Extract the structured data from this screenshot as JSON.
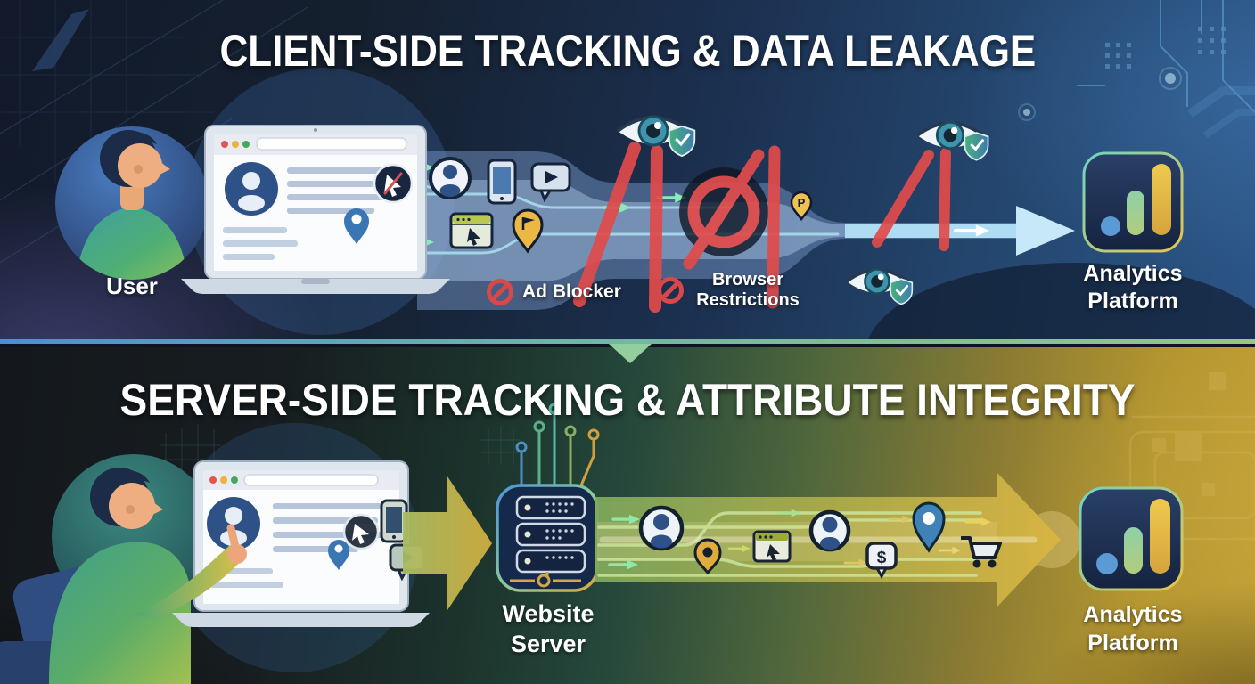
{
  "top_panel": {
    "title": "CLIENT-SIDE TRACKING & DATA LEAKAGE",
    "user_label": "User",
    "blockers": {
      "ad_blocker": "Ad Blocker",
      "browser_restrictions": [
        "Browser",
        "Restrictions"
      ]
    },
    "analytics_label": [
      "Analytics",
      "Platform"
    ]
  },
  "bottom_panel": {
    "title": "SERVER-SIDE TRACKING & ATTRIBUTE INTEGRITY",
    "website_server_label": [
      "Website",
      "Server"
    ],
    "analytics_label": [
      "Analytics",
      "Platform"
    ]
  },
  "glyphs": {
    "dollar": "$",
    "parking": "P"
  },
  "colors": {
    "blocked_red": "#e24b4b",
    "allowed_green": "#86ecb8",
    "flow_blue": "#aedcf2",
    "flow_gold": "#d2ae3e",
    "panel_top_bg": "#1b2f4e",
    "panel_bottom_gold": "#b3952f",
    "analytics_bar_gold": "#e6c44e",
    "analytics_dot_blue": "#5b9bd5"
  },
  "icons": [
    "user-avatar",
    "laptop-browser",
    "person-data-icon",
    "smartphone-icon",
    "video-ad-icon",
    "browser-click-icon",
    "flag-pin-icon",
    "parking-pin-icon",
    "no-symbol-icon",
    "privacy-eye-icon",
    "shield-check-icon",
    "analytics-platform-icon",
    "website-server-icon",
    "location-pin-icon",
    "dollar-conversion-icon",
    "shopping-cart-icon"
  ]
}
